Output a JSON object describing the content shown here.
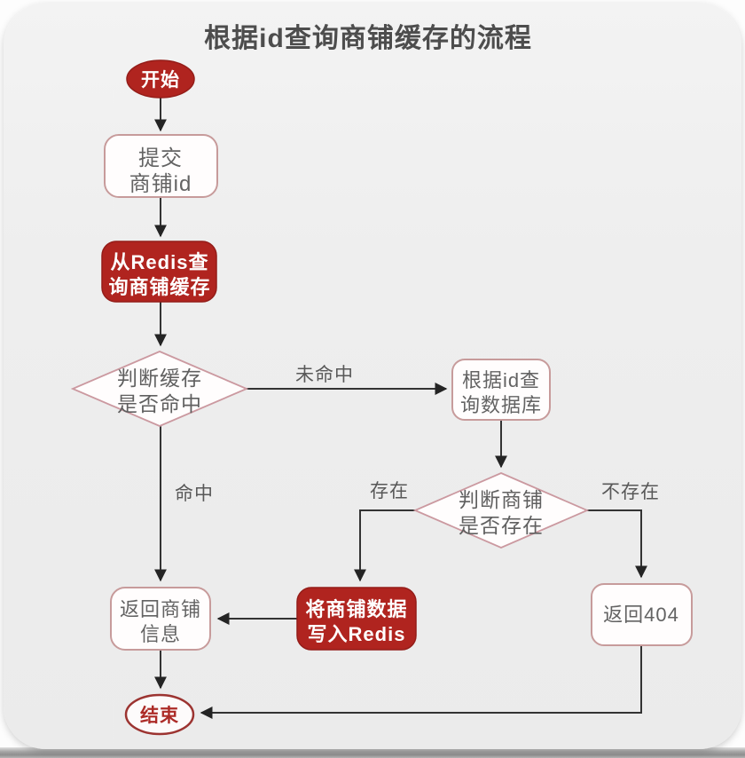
{
  "title": "根据id查询商铺缓存的流程",
  "nodes": {
    "start": {
      "label": "开始"
    },
    "submit_shop_id": {
      "line1": "提交",
      "line2": "商铺id"
    },
    "query_redis_cache": {
      "line1": "从Redis查",
      "line2": "询商铺缓存"
    },
    "cache_hit_decision": {
      "line1": "判断缓存",
      "line2": "是否命中"
    },
    "query_database": {
      "line1": "根据id查",
      "line2": "询数据库"
    },
    "shop_exists_decision": {
      "line1": "判断商铺",
      "line2": "是否存在"
    },
    "write_to_redis": {
      "line1": "将商铺数据",
      "line2": "写入Redis"
    },
    "return_404": {
      "label": "返回404"
    },
    "return_shop_info": {
      "line1": "返回商铺",
      "line2": "信息"
    },
    "end": {
      "label": "结束"
    }
  },
  "edge_labels": {
    "cache_miss": "未命中",
    "cache_hit": "命中",
    "shop_exists": "存在",
    "shop_not_exists": "不存在"
  },
  "colors": {
    "accent_red": "#b0241f",
    "accent_red_dark": "#941d19",
    "node_border_pink": "#c79b9b",
    "node_fill": "#fffdfd",
    "text_gray": "#606060",
    "line_dark": "#333333",
    "end_border_red": "#9c3431",
    "end_text_red": "#ac2b27",
    "panel_bg": "#eeeeee"
  }
}
